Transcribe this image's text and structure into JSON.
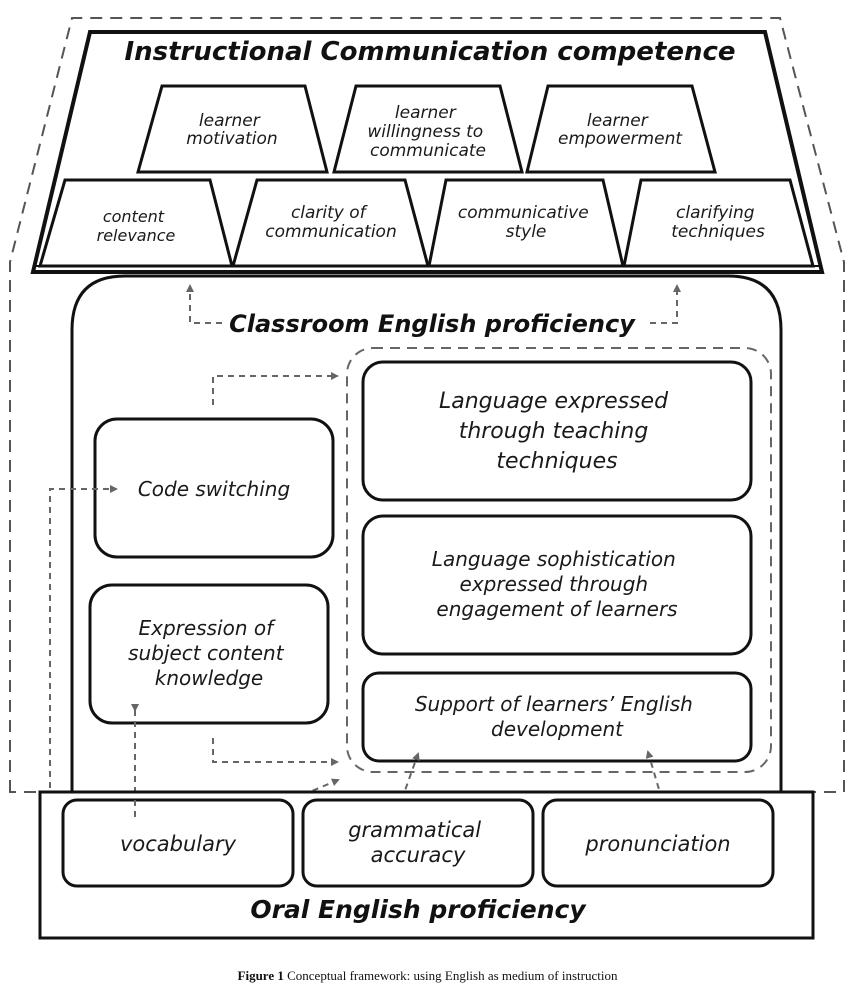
{
  "top": {
    "title": "Instructional Communication competence",
    "row1": [
      {
        "name": "learner-motivation",
        "lines": [
          "learner",
          "motivation"
        ]
      },
      {
        "name": "learner-willingness",
        "lines": [
          "learner",
          "willingness to",
          "communicate"
        ]
      },
      {
        "name": "learner-empowerment",
        "lines": [
          "learner",
          "empowerment"
        ]
      }
    ],
    "row2": [
      {
        "name": "content-relevance",
        "lines": [
          "content",
          "relevance"
        ]
      },
      {
        "name": "clarity-of-communication",
        "lines": [
          "clarity of",
          "communication"
        ]
      },
      {
        "name": "communicative-style",
        "lines": [
          "communicative",
          "style"
        ]
      },
      {
        "name": "clarifying-techniques",
        "lines": [
          "clarifying",
          "techniques"
        ]
      }
    ]
  },
  "middle": {
    "title": "Classroom English proficiency",
    "left_boxes": [
      {
        "name": "code-switching",
        "lines": [
          "Code switching"
        ]
      },
      {
        "name": "expression-subject-knowledge",
        "lines": [
          "Expression of",
          "subject content",
          "knowledge"
        ]
      }
    ],
    "right_boxes": [
      {
        "name": "language-teaching-techniques",
        "lines": [
          "Language expressed",
          "through teaching",
          "techniques"
        ]
      },
      {
        "name": "language-sophistication",
        "lines": [
          "Language sophistication",
          "expressed through",
          "engagement of learners"
        ]
      },
      {
        "name": "support-english-development",
        "lines": [
          "Support of learners’ English",
          "development"
        ]
      }
    ]
  },
  "bottom": {
    "title": "Oral English proficiency",
    "boxes": [
      {
        "name": "vocabulary",
        "lines": [
          "vocabulary"
        ]
      },
      {
        "name": "grammatical-accuracy",
        "lines": [
          "grammatical",
          "accuracy"
        ]
      },
      {
        "name": "pronunciation",
        "lines": [
          "pronunciation"
        ]
      }
    ]
  },
  "caption": {
    "label": "Figure 1",
    "text": " Conceptual framework: using English as medium of instruction"
  }
}
